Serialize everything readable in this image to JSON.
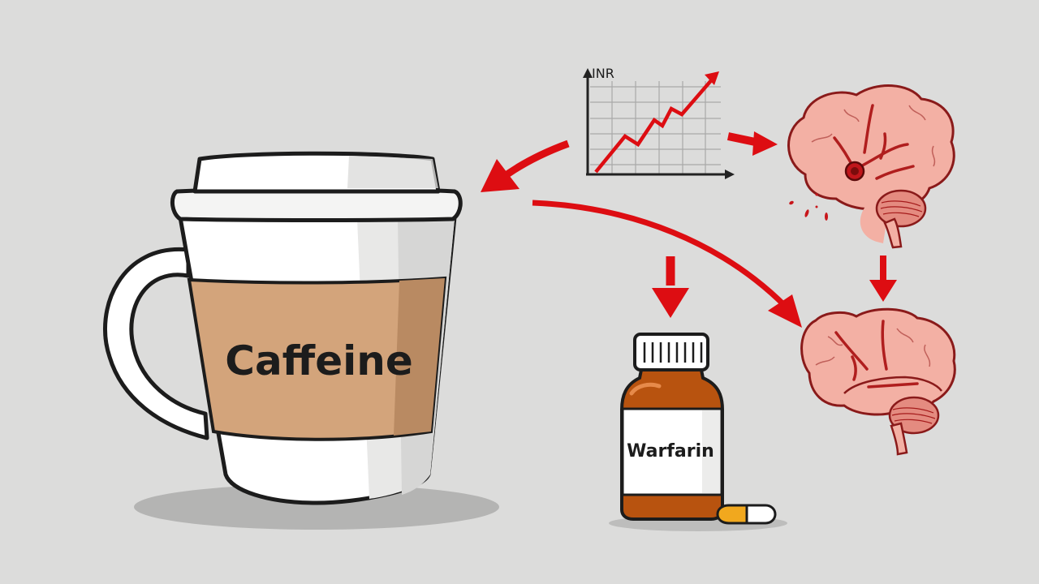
{
  "scene": {
    "background_color": "#dcdcdb",
    "accent_color": "#dd0d12"
  },
  "cup": {
    "label": "Caffeine",
    "sleeve_color": "#d3a47b",
    "sleeve_shadow_color": "#b98a62",
    "body_color": "#ffffff",
    "outline_color": "#1c1c1c"
  },
  "bottle": {
    "label": "Warfarin",
    "glass_color": "#b8530f",
    "cap_color": "#ffffff",
    "pill_colors": [
      "#f1a81e",
      "#ffffff"
    ]
  },
  "inr_chart": {
    "axis_label": "INR",
    "trend": "rising"
  },
  "brains": [
    {
      "id": "brain-bleed",
      "state": "hemorrhage"
    },
    {
      "id": "brain-normal",
      "state": "normal"
    }
  ],
  "arrows": [
    {
      "from": "inr-chart",
      "to": "cup",
      "shape": "curved"
    },
    {
      "from": "inr-chart",
      "to": "brain-bleed",
      "shape": "straight"
    },
    {
      "from": "cup",
      "to": "brain-normal",
      "shape": "curved-long"
    },
    {
      "from": "above",
      "to": "bottle",
      "shape": "down"
    },
    {
      "from": "brain-bleed",
      "to": "brain-normal",
      "shape": "down"
    }
  ],
  "chart_data": {
    "type": "line",
    "title": "",
    "xlabel": "",
    "ylabel": "INR",
    "x": [
      0,
      1,
      2,
      3,
      4,
      5,
      6,
      7
    ],
    "series": [
      {
        "name": "INR",
        "values": [
          0.5,
          2.3,
          1.8,
          3.9,
          3.4,
          4.6,
          4.1,
          6.2
        ]
      }
    ],
    "grid": true,
    "legend": "none"
  }
}
